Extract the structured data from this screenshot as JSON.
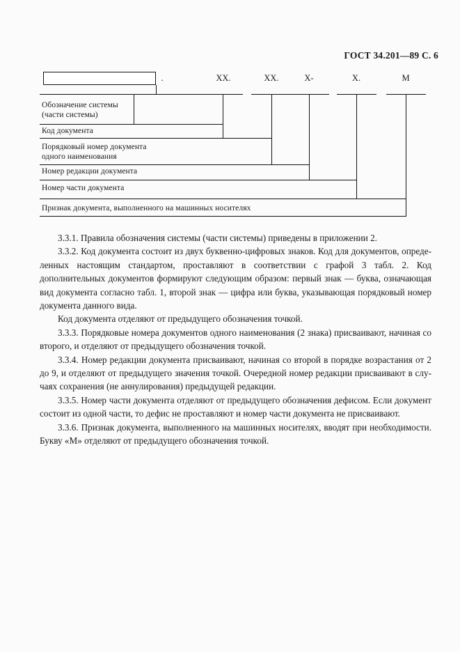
{
  "header": {
    "text": "ГОСТ 34.201—89 С. 6"
  },
  "diagram": {
    "symbols": [
      {
        "name": "system-designation-box",
        "text": ""
      },
      {
        "name": "dot-separator-1",
        "text": "."
      },
      {
        "name": "document-code-symbol",
        "text": "XX."
      },
      {
        "name": "sequence-number-symbol",
        "text": "XX."
      },
      {
        "name": "revision-number-symbol",
        "text": "X-"
      },
      {
        "name": "part-number-symbol",
        "text": "X."
      },
      {
        "name": "machine-media-symbol",
        "text": "M"
      }
    ],
    "labels": [
      {
        "line1": "Обозначение системы",
        "line2": "(части системы)"
      },
      {
        "line1": "Код документа",
        "line2": ""
      },
      {
        "line1": "Порядковый  номер  документа",
        "line2": "одного наименования"
      },
      {
        "line1": "Номер редакции документа",
        "line2": ""
      },
      {
        "line1": "Номер части документа",
        "line2": ""
      },
      {
        "line1": "Признак документа, выполненного на машинных носителях",
        "line2": ""
      }
    ]
  },
  "paragraphs": [
    "3.3.1. Правила обозначения системы (части системы) приведены в приложении 2.",
    "3.3.2. Код документа состоит из двух буквенно-цифровых знаков. Код для документов, опреде­ленных настоящим стандартом, проставляют в соответствии с графой 3 табл. 2. Код дополнительных документов формируют следующим образом: первый знак — буква, означающая вид документа согласно табл. 1, второй знак — цифра или буква, указывающая порядковый номер документа данного вида.",
    "Код документа отделяют от предыдущего обозначения точкой.",
    "3.3.3. Порядковые номера документов одного наименования (2 знака) присваивают, начиная со второго, и отделяют от предыдущего обозначения точкой.",
    "3.3.4. Номер редакции документа присваивают, начиная со второй в порядке возрастания от 2 до 9, и отделяют от предыдущего значения точкой. Очередной номер редакции присваивают в слу­чаях сохранения (не аннулирования) предыдущей редакции.",
    "3.3.5. Номер части документа отделяют от предыдущего обозначения дефисом. Если документ состоит из одной части, то дефис не проставляют и номер части документа не присваивают.",
    "3.3.6. Признак документа, выполненного на машинных носителях, вводят при необходимости. Букву «М» отделяют от предыдущего обозначения точкой."
  ]
}
